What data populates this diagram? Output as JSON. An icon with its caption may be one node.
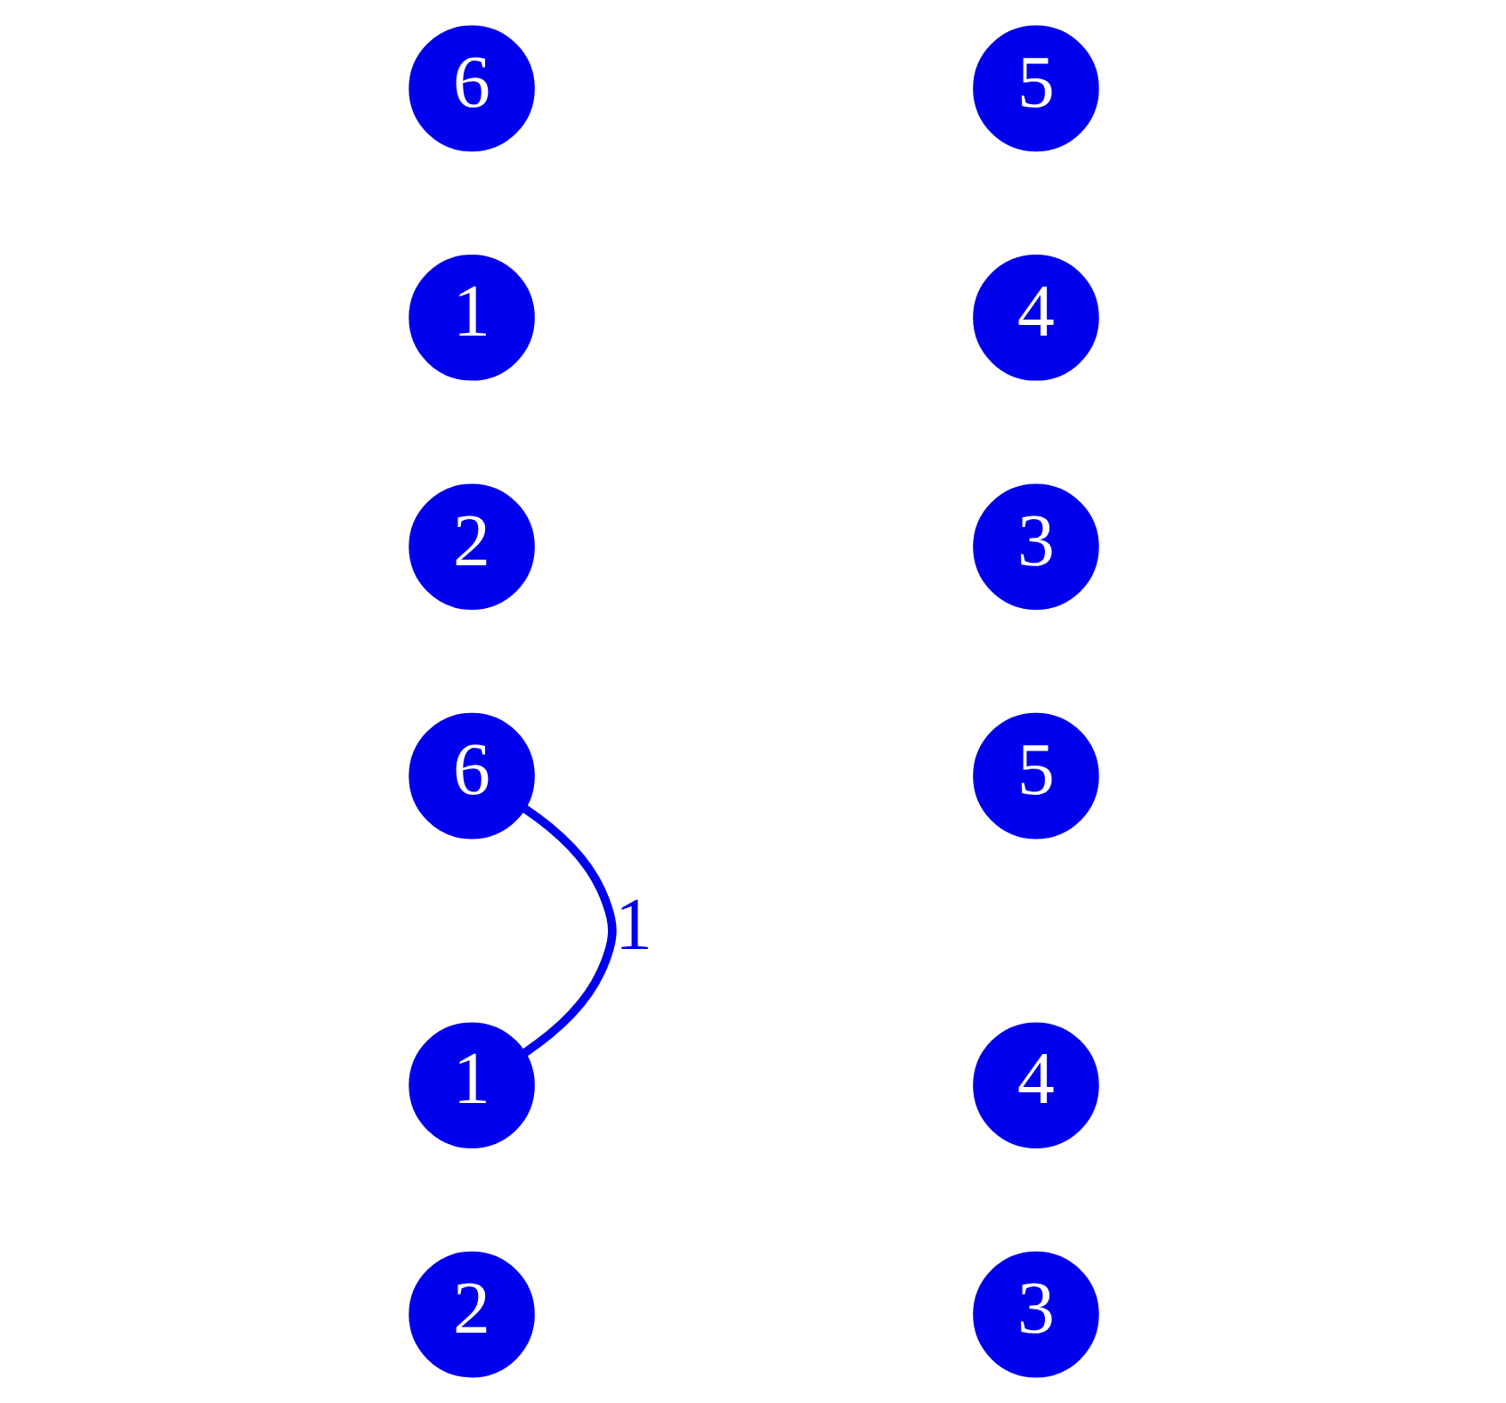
{
  "diagram": {
    "nodes": [
      {
        "text": [
          "6"
        ]
      },
      {
        "text": [
          "5"
        ]
      },
      {
        "text": [
          "1"
        ]
      },
      {
        "text": [
          "4"
        ]
      },
      {
        "text": [
          "2"
        ]
      },
      {
        "text": [
          "3"
        ]
      },
      {
        "text": [
          "6"
        ]
      },
      {
        "text": [
          "5"
        ]
      },
      {
        "text": [
          "1"
        ]
      },
      {
        "text": [
          "4"
        ]
      },
      {
        "text": [
          "2"
        ]
      },
      {
        "text": [
          "3"
        ]
      }
    ],
    "edges": [
      {
        "from": 8,
        "to": 6,
        "arrow": "none",
        "label": "1"
      }
    ]
  }
}
